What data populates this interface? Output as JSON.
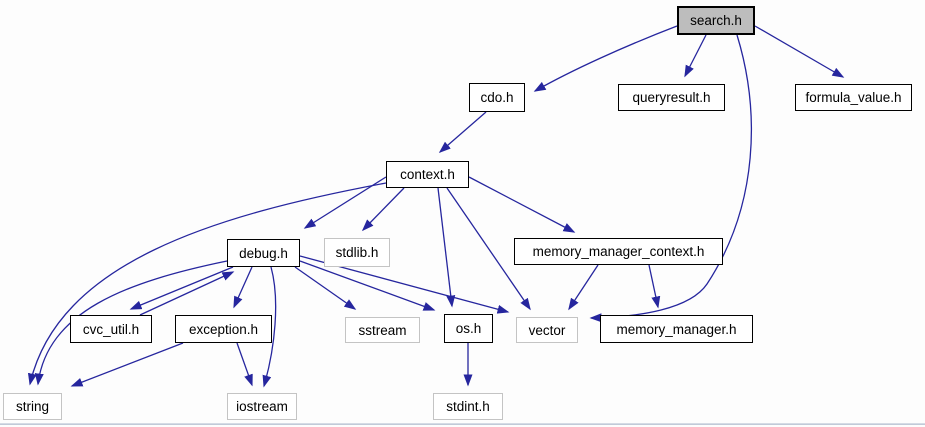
{
  "diagram": {
    "type": "include-dependency-graph",
    "root": "search.h",
    "colors": {
      "edge": "#26269e",
      "node_border": "#000000",
      "external_node_border": "#c4c4c4",
      "root_fill": "#bdbdbd",
      "background": "#ffffff"
    },
    "nodes": {
      "search": {
        "label": "search.h"
      },
      "cdo": {
        "label": "cdo.h"
      },
      "queryresult": {
        "label": "queryresult.h"
      },
      "formula_value": {
        "label": "formula_value.h"
      },
      "context": {
        "label": "context.h"
      },
      "debug": {
        "label": "debug.h"
      },
      "stdlib": {
        "label": "stdlib.h"
      },
      "memory_manager_context": {
        "label": "memory_manager_context.h"
      },
      "cvc_util": {
        "label": "cvc_util.h"
      },
      "exception": {
        "label": "exception.h"
      },
      "sstream": {
        "label": "sstream"
      },
      "os": {
        "label": "os.h"
      },
      "vector": {
        "label": "vector"
      },
      "memory_manager": {
        "label": "memory_manager.h"
      },
      "string": {
        "label": "string"
      },
      "iostream": {
        "label": "iostream"
      },
      "stdint": {
        "label": "stdint.h"
      }
    },
    "edges": [
      [
        "search.h",
        "cdo.h"
      ],
      [
        "search.h",
        "queryresult.h"
      ],
      [
        "search.h",
        "formula_value.h"
      ],
      [
        "search.h",
        "vector"
      ],
      [
        "cdo.h",
        "context.h"
      ],
      [
        "context.h",
        "debug.h"
      ],
      [
        "context.h",
        "stdlib.h"
      ],
      [
        "context.h",
        "memory_manager_context.h"
      ],
      [
        "context.h",
        "os.h"
      ],
      [
        "context.h",
        "vector"
      ],
      [
        "context.h",
        "string"
      ],
      [
        "debug.h",
        "cvc_util.h"
      ],
      [
        "cvc_util.h",
        "debug.h"
      ],
      [
        "debug.h",
        "exception.h"
      ],
      [
        "debug.h",
        "sstream"
      ],
      [
        "debug.h",
        "os.h"
      ],
      [
        "debug.h",
        "vector"
      ],
      [
        "debug.h",
        "string"
      ],
      [
        "debug.h",
        "iostream"
      ],
      [
        "exception.h",
        "string"
      ],
      [
        "exception.h",
        "iostream"
      ],
      [
        "memory_manager_context.h",
        "vector"
      ],
      [
        "memory_manager_context.h",
        "memory_manager.h"
      ],
      [
        "os.h",
        "stdint.h"
      ]
    ]
  }
}
